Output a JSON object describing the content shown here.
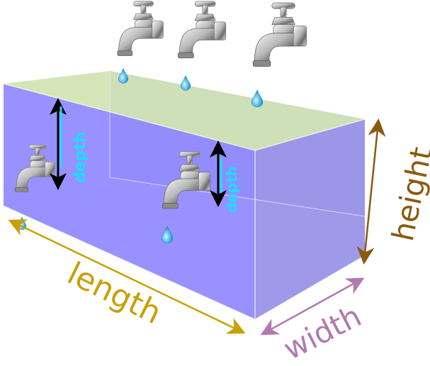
{
  "labels": {
    "length": "length",
    "width": "width",
    "height": "height",
    "depth_left": "depth",
    "depth_right": "depth"
  },
  "colors": {
    "tank_front": "#8f88ff",
    "tank_side": "#9a93e8",
    "tank_top": "#cfe3b0",
    "length_arrow": "#c8a000",
    "width_arrow": "#b07ab0",
    "height_arrow": "#8a5a10",
    "depth_text": "#19e0ff",
    "depth_arrow": "#000000",
    "water_drop": "#2aa8e0"
  },
  "icons": {
    "faucet": "faucet-icon",
    "drop": "water-drop-icon"
  }
}
